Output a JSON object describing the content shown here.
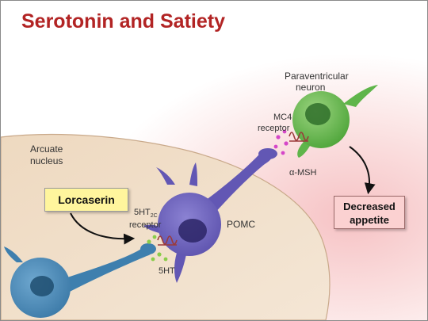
{
  "title": "Serotonin and Satiety",
  "labels": {
    "paraventricular_line1": "Paraventricular",
    "paraventricular_line2": "neuron",
    "mc4_line1": "MC4",
    "mc4_line2": "receptor",
    "alpha_msh": "α-MSH",
    "arcuate_line1": "Arcuate",
    "arcuate_line2": "nucleus",
    "receptor_5ht_main": "5HT",
    "receptor_5ht_sub": "2C",
    "receptor_5ht_line2": "receptor",
    "pomc": "POMC",
    "serotonin": "5HT"
  },
  "boxes": {
    "drug": "Lorcaserin",
    "effect_line1": "Decreased",
    "effect_line2": "appetite"
  },
  "colors": {
    "title": "#b22424",
    "drug_box": "#fff59d",
    "effect_box": "#fbd1d1",
    "paraventricular_neuron": "#5fb54a",
    "pomc_neuron": "#6257b4",
    "serotonergic_neuron": "#3e7fae",
    "alpha_msh_dots": "#d546c8",
    "serotonin_dots": "#8acc4a",
    "receptor": "#9b3a3a"
  }
}
